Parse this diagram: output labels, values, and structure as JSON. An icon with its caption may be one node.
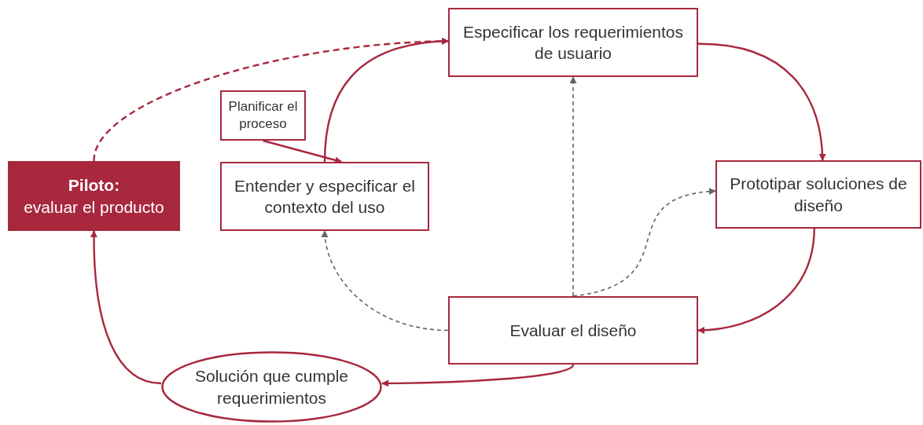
{
  "diagram": {
    "nodes": [
      {
        "text": [
          "Especificar los requerimientos de usuario"
        ]
      },
      {
        "text": [
          "Planificar el proceso"
        ]
      },
      {
        "text": [
          "Piloto:",
          "evaluar el producto"
        ]
      },
      {
        "text": [
          "Entender y especificar el contexto del uso"
        ]
      },
      {
        "text": [
          "Prototipar soluciones de diseño"
        ]
      },
      {
        "text": [
          "Evaluar el diseño"
        ]
      },
      {
        "text": [
          "Solución que cumple requerimientos"
        ]
      }
    ],
    "edges": [
      {
        "from": 1,
        "to": 3,
        "arrow": "to"
      },
      {
        "from": 3,
        "to": 0,
        "arrow": "to"
      },
      {
        "from": 0,
        "to": 4,
        "arrow": "to"
      },
      {
        "from": 4,
        "to": 5,
        "arrow": "to"
      },
      {
        "from": 5,
        "to": 6,
        "arrow": "to"
      },
      {
        "from": 6,
        "to": 2,
        "arrow": "to"
      },
      {
        "from": 2,
        "to": 0,
        "arrow": "to",
        "style": "dashed"
      },
      {
        "from": 5,
        "to": 0,
        "arrow": "to",
        "style": "dashed",
        "color": "#666666"
      },
      {
        "from": 5,
        "to": 4,
        "arrow": "to",
        "style": "dashed",
        "color": "#666666"
      },
      {
        "from": 5,
        "to": 3,
        "arrow": "to",
        "style": "dashed",
        "color": "#666666"
      }
    ]
  }
}
